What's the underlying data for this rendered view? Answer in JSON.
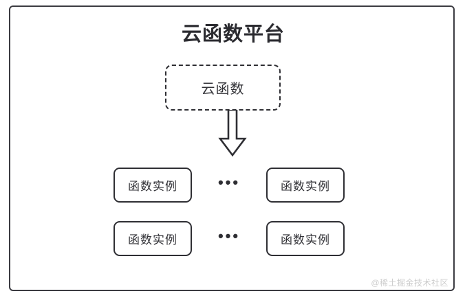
{
  "diagram": {
    "title": "云函数平台",
    "cloud_function": {
      "label": "云函数",
      "border_style": "dashed"
    },
    "arrow": {
      "icon": "down-block-arrow-icon",
      "direction": "down"
    },
    "instance_rows": [
      {
        "left": {
          "label": "函数实例"
        },
        "ellipsis": "•••",
        "right": {
          "label": "函数实例"
        }
      },
      {
        "left": {
          "label": "函数实例"
        },
        "ellipsis": "•••",
        "right": {
          "label": "函数实例"
        }
      }
    ],
    "watermark": "@稀土掘金技术社区",
    "colors": {
      "stroke": "#2e2e33",
      "frame": "#3b3b41",
      "title_text": "#2b2b30",
      "body_text": "#333338",
      "watermark": "#cccccc",
      "background": "#ffffff"
    }
  }
}
